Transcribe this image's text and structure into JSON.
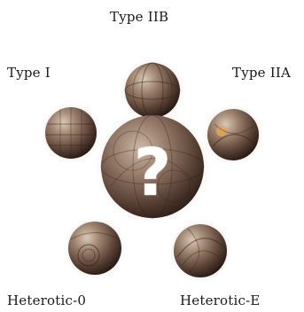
{
  "diagram": {
    "center": {
      "symbol": "?"
    },
    "nodes": [
      {
        "id": "type-iib",
        "label": "Type IIB"
      },
      {
        "id": "type-iia",
        "label": "Type IIA"
      },
      {
        "id": "heterotic-e",
        "label": "Heterotic-E"
      },
      {
        "id": "heterotic-0",
        "label": "Heterotic-0"
      },
      {
        "id": "type-i",
        "label": "Type I"
      }
    ]
  },
  "colors": {
    "sphere_light": "#c9b7a3",
    "sphere_mid": "#7d6453",
    "sphere_dark": "#2f211a",
    "question_mark": "#ffffff",
    "glow": "#e8dfd6"
  }
}
